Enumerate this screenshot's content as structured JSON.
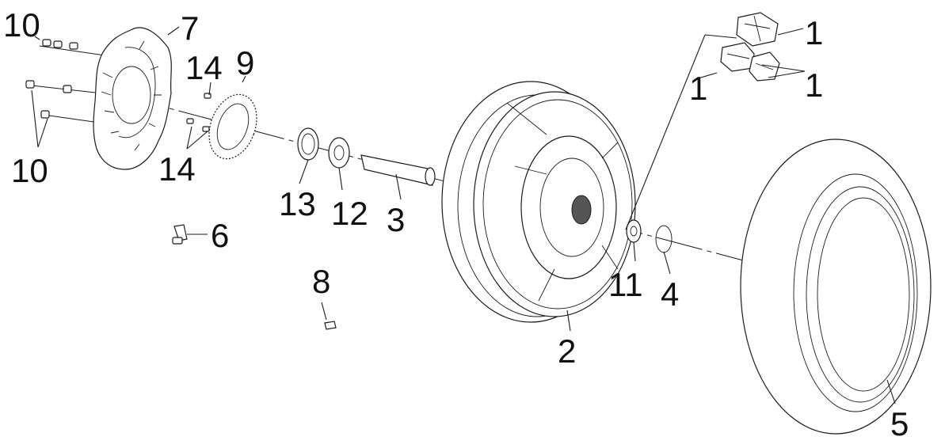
{
  "callouts": {
    "c1a": "1",
    "c1b": "1",
    "c1c": "1",
    "c2": "2",
    "c3": "3",
    "c4": "4",
    "c5": "5",
    "c6": "6",
    "c7": "7",
    "c8": "8",
    "c9": "9",
    "c10a": "10",
    "c10b": "10",
    "c11": "11",
    "c12": "12",
    "c13": "13",
    "c14a": "14",
    "c14b": "14"
  }
}
